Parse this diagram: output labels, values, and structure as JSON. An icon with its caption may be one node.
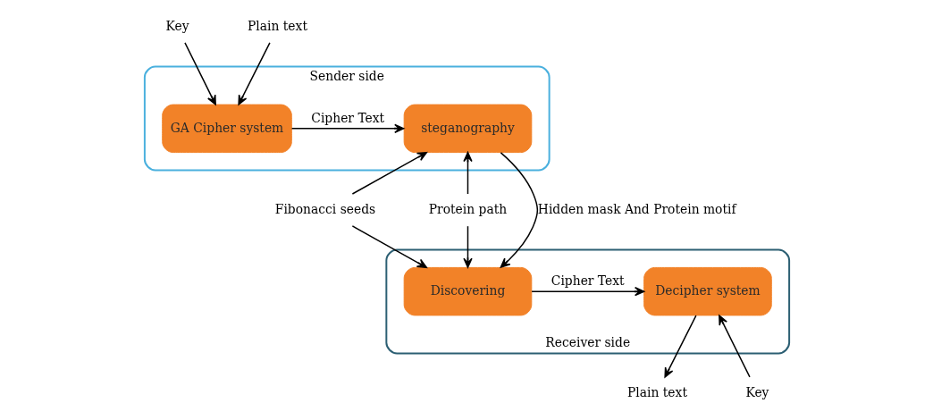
{
  "diagram": {
    "nodes": [
      {
        "text": [
          "Key"
        ]
      },
      {
        "text": [
          "Sender side"
        ]
      },
      {
        "text": [
          "Plain text"
        ]
      },
      {
        "text": [
          "GA Cipher system"
        ],
        "in": 1
      },
      {
        "text": [
          "steganography"
        ],
        "in": 1
      },
      {
        "text": [
          "Fibonacci seeds"
        ]
      },
      {
        "text": [
          "Protein path"
        ]
      },
      {
        "text": [
          "Receiver side"
        ]
      },
      {
        "text": [
          "Plain text"
        ]
      },
      {
        "text": [
          "Decipher system"
        ],
        "in": 7
      },
      {
        "text": [
          "Discovering"
        ],
        "in": 7
      },
      {
        "text": [
          "Key"
        ]
      }
    ],
    "edges": [
      {
        "from": 0,
        "to": 3,
        "arrow": "to"
      },
      {
        "from": 2,
        "to": 3,
        "arrow": "to"
      },
      {
        "from": 3,
        "to": 4,
        "arrow": "to",
        "label": "Cipher Text"
      },
      {
        "from": 4,
        "to": 10,
        "arrow": "to",
        "label": "Hidden mask And Protein motif"
      },
      {
        "from": 5,
        "to": 4,
        "arrow": "to"
      },
      {
        "from": 5,
        "to": 10,
        "arrow": "to"
      },
      {
        "from": 6,
        "to": 4,
        "arrow": "to"
      },
      {
        "from": 6,
        "to": 10,
        "arrow": "to"
      },
      {
        "from": 10,
        "to": 9,
        "arrow": "to",
        "label": "Cipher Text"
      },
      {
        "from": 9,
        "to": 8,
        "arrow": "to"
      },
      {
        "from": 11,
        "to": 9,
        "arrow": "to"
      }
    ]
  }
}
